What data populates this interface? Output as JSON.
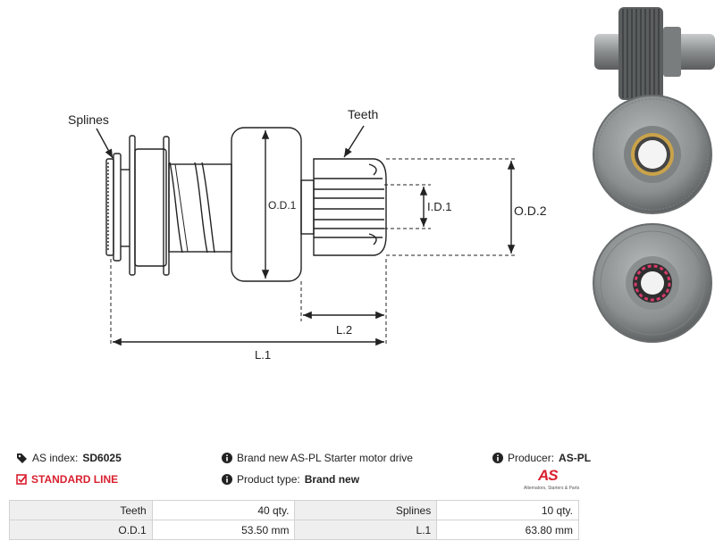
{
  "drawing": {
    "labels": {
      "splines": "Splines",
      "teeth": "Teeth",
      "od1": "O.D.1",
      "id1": "I.D.1",
      "od2": "O.D.2",
      "l2": "L.2",
      "l1": "L.1"
    }
  },
  "info": {
    "as_index_label": "AS index:",
    "as_index_value": "SD6025",
    "line": "STANDARD LINE",
    "description": "Brand new AS-PL Starter motor drive",
    "product_type_label": "Product type:",
    "product_type_value": "Brand new",
    "producer_label": "Producer:",
    "producer_value": "AS-PL"
  },
  "logo": {
    "mark": "AS",
    "tagline": "Alternators, Starters & Parts"
  },
  "specs": {
    "rows": [
      {
        "label1": "Teeth",
        "value1": "40 qty.",
        "label2": "Splines",
        "value2": "10 qty."
      },
      {
        "label1": "O.D.1",
        "value1": "53.50 mm",
        "label2": "L.1",
        "value2": "63.80 mm"
      }
    ]
  },
  "colors": {
    "accent": "#d9202f",
    "label_bg": "#efefef",
    "border": "#d2d2d2"
  },
  "icons": [
    "tag-icon",
    "check-square-icon",
    "info-icon"
  ]
}
